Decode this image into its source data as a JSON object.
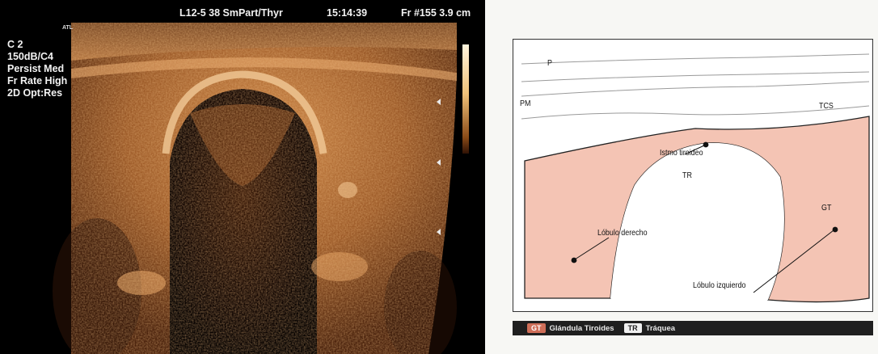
{
  "ultrasound": {
    "header": {
      "probe": "L12-5 38 SmPart/Thyr",
      "time": "15:14:39",
      "frame": "Fr #155  3.9 cm"
    },
    "logo": "ATL",
    "parameters": [
      "C 2",
      "150dB/C4",
      "Persist Med",
      "Fr Rate High",
      "2D Opt:Res"
    ],
    "colors": {
      "tissue": "#c87a3a",
      "highlight": "#f3c890",
      "background": "#000000"
    }
  },
  "diagram": {
    "labels": {
      "p": "P",
      "pm": "PM",
      "tcs": "TCS",
      "isthmus": "Istmo tiroideo",
      "tr": "TR",
      "gt": "GT",
      "right_lobe": "Lóbulo derecho",
      "left_lobe": "Lóbulo izquierdo"
    },
    "colors": {
      "thyroid": "#f4c4b4",
      "outline": "#222222",
      "legend_bg": "#1f1f1f"
    }
  },
  "legend": {
    "items": [
      {
        "abbr": "GT",
        "text": "Glándula Tiroides"
      },
      {
        "abbr": "TR",
        "text": "Tráquea"
      }
    ]
  }
}
